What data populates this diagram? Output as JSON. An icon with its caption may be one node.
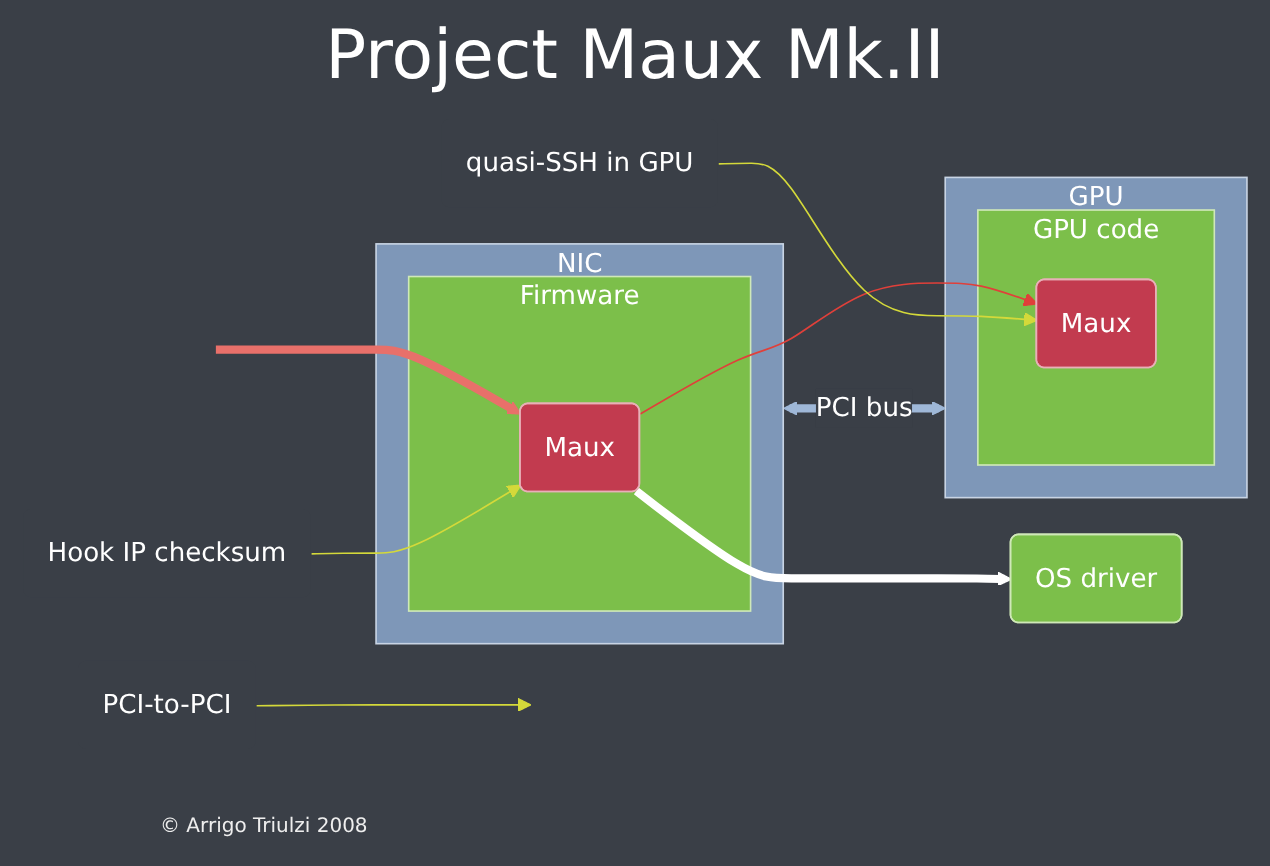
{
  "diagram": {
    "title": "Project Maux Mk.II",
    "nodes": [
      {
        "text": [
          "NIC"
        ]
      },
      {
        "text": [
          "Firmware"
        ],
        "in": 0
      },
      {
        "text": [
          "Maux"
        ],
        "in": 1
      },
      {
        "text": [
          "GPU"
        ]
      },
      {
        "text": [
          "GPU code"
        ],
        "in": 3
      },
      {
        "text": [
          "Maux"
        ],
        "in": 4
      },
      {
        "text": [
          "PCI-to-PCI"
        ]
      },
      {
        "text": [
          "Hook IP checksum"
        ]
      },
      {
        "text": [
          "quasi-SSH in GPU"
        ]
      },
      {
        "text": [
          "OS driver"
        ]
      }
    ],
    "edges": [
      {
        "from": null,
        "to": 2,
        "arrow": "to",
        "style": "thick",
        "color": "#e8706a"
      },
      {
        "from": 2,
        "to": 5,
        "arrow": "to",
        "color": "#e0403a"
      },
      {
        "from": 0,
        "to": 3,
        "arrow": "both",
        "label": "PCI bus",
        "style": "thick",
        "color": "#9fb8d8"
      },
      {
        "from": 6,
        "to": null,
        "arrow": "to",
        "color": "#d4d93a"
      },
      {
        "from": 7,
        "to": 2,
        "arrow": "to",
        "color": "#d4d93a"
      },
      {
        "from": 8,
        "to": 5,
        "arrow": "to",
        "color": "#d4d93a"
      },
      {
        "from": 2,
        "to": 9,
        "arrow": "to",
        "style": "thick",
        "color": "#ffffff"
      }
    ],
    "labels": [
      "© Arrigo Triulzi 2008"
    ]
  }
}
